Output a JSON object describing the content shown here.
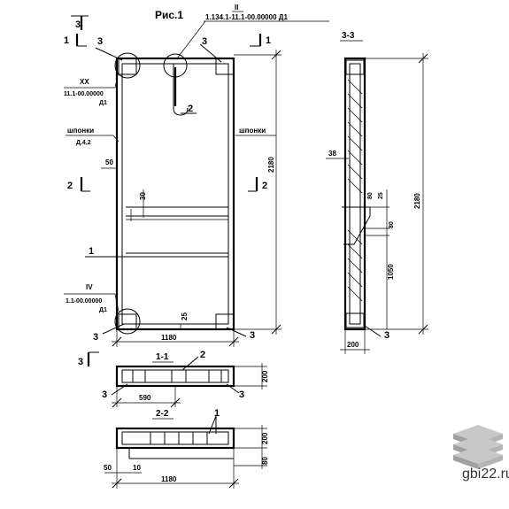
{
  "figure": {
    "title": "Рис.1",
    "doc_code": "1.134.1-11.1-00.00000 Д1",
    "doc_code_mark": "II"
  },
  "main_view": {
    "section_marks": {
      "s1": "1",
      "s2": "2",
      "s3": "3"
    },
    "callouts": {
      "c1": "1",
      "c2": "2",
      "c3": "3"
    },
    "node_xx": {
      "label": "XX",
      "code": "11.1-00.00000",
      "sheet": "Д1"
    },
    "node_iv": {
      "label": "IV",
      "code": "1.1-00.00000",
      "sheet": "Д1"
    },
    "keys_left": {
      "label": "шпонки",
      "ref": "Д.4,2"
    },
    "keys_right": {
      "label": "шпонки"
    },
    "dims": {
      "d50": "50",
      "d2180": "2180",
      "d1180": "1180",
      "d30": "30",
      "d25": "25"
    }
  },
  "section_33": {
    "title": "3-3",
    "dims": {
      "d38": "38",
      "d2180": "2180",
      "d80": "80",
      "d25": "25",
      "d80b": "80",
      "d1050": "1050",
      "d200": "200"
    },
    "callout3": "3"
  },
  "section_11": {
    "title": "1-1",
    "dims": {
      "d590": "590",
      "d200": "200"
    },
    "callouts": {
      "c2": "2",
      "c3a": "3",
      "c3b": "3"
    }
  },
  "section_22": {
    "title": "2-2",
    "dims": {
      "d50": "50",
      "d10": "10",
      "d1180": "1180",
      "d200": "200",
      "d80": "80"
    },
    "callout1": "1"
  },
  "watermark": {
    "text": "gbi22.ru"
  }
}
